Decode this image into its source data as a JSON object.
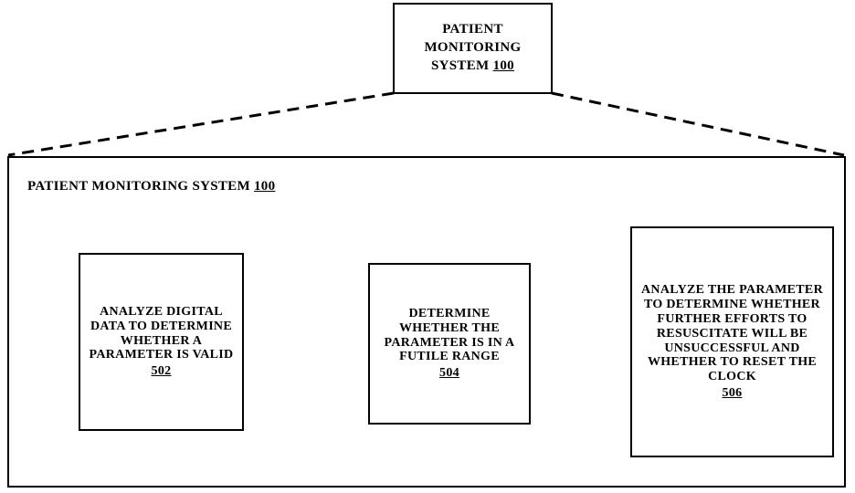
{
  "figure": {
    "type": "patent-flow-diagram",
    "background_color": "#ffffff",
    "line_color": "#000000"
  },
  "top_system_box": {
    "title_lines": [
      "PATIENT",
      "MONITORING",
      "SYSTEM"
    ],
    "title_text": "PATIENT MONITORING SYSTEM",
    "line1": "PATIENT",
    "line2": "MONITORING",
    "line3_prefix": "SYSTEM ",
    "reference_numeral": "100"
  },
  "system_container": {
    "label_prefix": "PATIENT MONITORING SYSTEM ",
    "label_text": "PATIENT MONITORING SYSTEM 100",
    "reference_numeral": "100"
  },
  "steps": [
    {
      "id": "502",
      "text": "ANALYZE DIGITAL DATA TO DETERMINE WHETHER A PARAMETER IS VALID",
      "reference_numeral": "502"
    },
    {
      "id": "504",
      "text": "DETERMINE WHETHER THE PARAMETER IS IN A FUTILE RANGE",
      "reference_numeral": "504"
    },
    {
      "id": "506",
      "text": "ANALYZE THE PARAMETER TO DETERMINE WHETHER FURTHER EFFORTS TO RESUSCITATE WILL BE UNSUCCESSFUL AND WHETHER TO RESET THE CLOCK",
      "reference_numeral": "506"
    }
  ],
  "connectors": [
    {
      "name": "arrow-502-to-504",
      "from": "502",
      "to": "504",
      "style": "solid-arrow"
    },
    {
      "name": "arrow-504-to-506",
      "from": "504",
      "to": "506",
      "style": "solid-arrow"
    },
    {
      "name": "expansion-line-left",
      "from": "top_system_box",
      "to": "system_container",
      "style": "dashed"
    },
    {
      "name": "expansion-line-right",
      "from": "top_system_box",
      "to": "system_container",
      "style": "dashed"
    }
  ]
}
